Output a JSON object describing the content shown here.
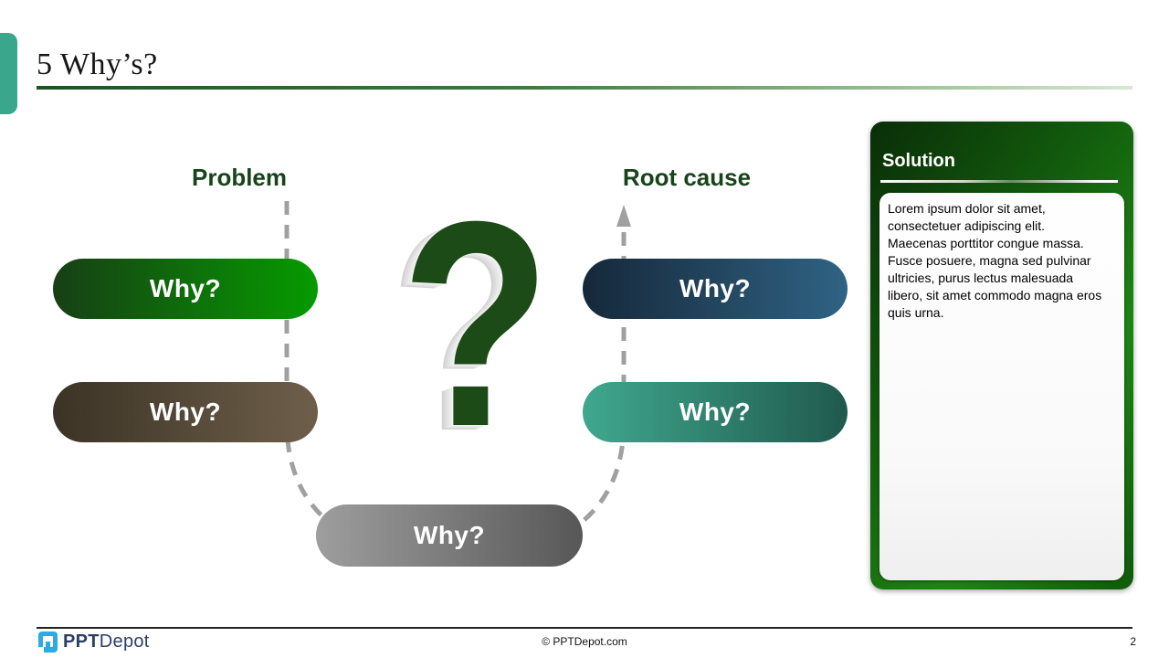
{
  "slide": {
    "title": "5 Why’s?",
    "page_number": "2",
    "footer_center": "© PPTDepot.com",
    "logo": {
      "bold": "PPT",
      "regular": "Depot",
      "icon_color": "#2aabe2",
      "text_color": "#2b3e66"
    },
    "accent_color": "#3aa78c",
    "title_underline": {
      "color_start": "#1d5321",
      "color_end": "#d7e8d2"
    }
  },
  "diagram": {
    "left_label": "Problem",
    "right_label": "Root cause",
    "label_color": "#17441a",
    "center_symbol": "?",
    "center_symbol_color": "#1d4b17",
    "connector_color": "#a0a0a0",
    "pills": [
      {
        "position": "left-top",
        "label": "Why?",
        "color_start": "#173f15",
        "color_end": "#069b00"
      },
      {
        "position": "left-bottom",
        "label": "Why?",
        "color_start": "#3b3325",
        "color_end": "#6e5f4a"
      },
      {
        "position": "right-top",
        "label": "Why?",
        "color_start": "#16283a",
        "color_end": "#2f6384"
      },
      {
        "position": "right-bottom",
        "label": "Why?",
        "color_start": "#3fa88e",
        "color_end": "#20594e"
      },
      {
        "position": "bottom-center",
        "label": "Why?",
        "color_start": "#9e9e9e",
        "color_end": "#575757"
      }
    ]
  },
  "solution": {
    "title": "Solution",
    "panel_color_dark": "#0a2e08",
    "panel_color_bright": "#1d8513",
    "body": "Lorem ipsum dolor sit amet, consectetuer adipiscing elit. Maecenas porttitor congue massa. Fusce posuere, magna sed pulvinar ultricies, purus lectus malesuada libero, sit amet commodo magna eros quis urna."
  }
}
